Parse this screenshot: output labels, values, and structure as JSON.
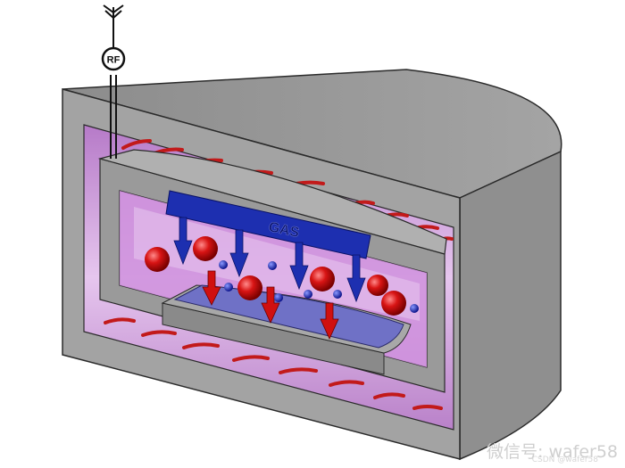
{
  "labels": {
    "rf": "RF",
    "gas": "GAS"
  },
  "watermark": {
    "main": "微信号: wafer58",
    "sub": "CSDN @wafer58"
  },
  "colors": {
    "chamber_grey": "#9c9c9c",
    "chamber_outline": "#2a2a2a",
    "plasma_purple": "#c98ad6",
    "plasma_light": "#e8c9ee",
    "heater_red": "#c21a1a",
    "gas_blue": "#1d2fb0",
    "ion_red": "#d01010",
    "electron_blue": "#1222c8",
    "wafer_blue": "#6f71c6"
  },
  "icons": [
    "antenna-icon",
    "rf-source-icon"
  ]
}
